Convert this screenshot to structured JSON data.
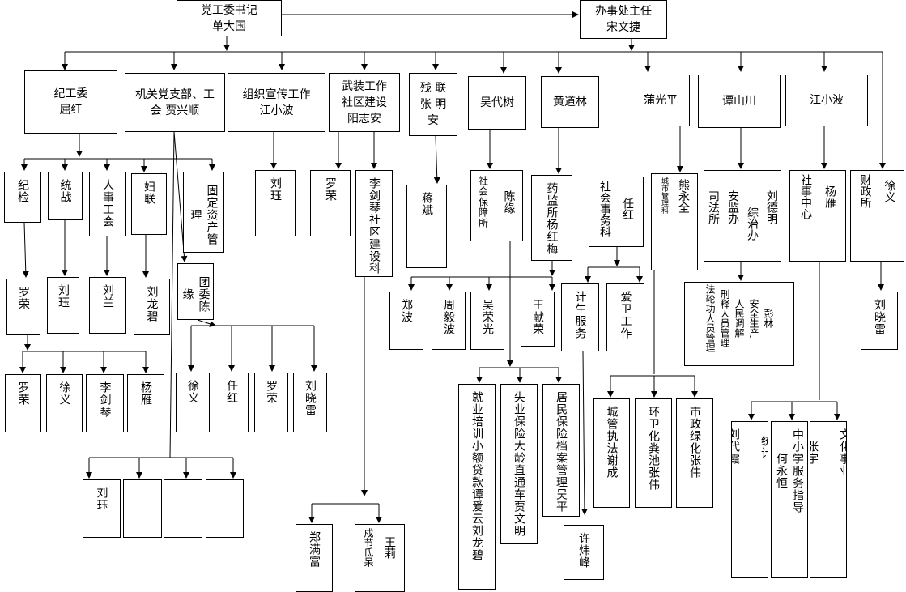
{
  "top": {
    "party_secretary": "党工委书记\n单大国",
    "office_director": "办事处主任\n宋文捷"
  },
  "l2": {
    "jigongwei": "纪工委\n屈红",
    "jiguan": "机关党支部、工\n会  贾兴顺",
    "zuzhi": "组织宣传工作\n江小波",
    "wuzhuang": "武装工作\n社区建设\n阳志安",
    "canlian": "残  联\n张  明\n安",
    "wudaishu": "吴代树",
    "huangdaolin": "黄道林",
    "puguangping": "蒲光平",
    "tanshanchuan": "谭山川",
    "jiangxiaobo2": "江小波"
  },
  "l3": {
    "jijian": "纪检",
    "tongzhan": "统战",
    "renshi": "人事工会",
    "fulian": "妇联",
    "guding": "固定资产管理",
    "liujue1": "刘珏",
    "luorong1": "罗荣",
    "lijianqin": "李剑琴社区建设科",
    "jiangbin": "蒋斌",
    "chenyuan_a": "陈缘",
    "chenyuan_b": "社会保障所",
    "yaojian": "药监所杨红梅",
    "renhong_a": "任红",
    "renhong_b": "社会事务科",
    "xiongyongquan_a": "熊永全",
    "xiongyongquan_b": "城市管理科",
    "sifa": "司法所",
    "anjian": "安监办",
    "zongzhi": "综治办",
    "liudeming": "刘德明",
    "shezhu": "社事中心",
    "yangyan2": "杨雁",
    "caizheng": "财政所",
    "xuyi2": "徐义"
  },
  "l4": {
    "luorong_a": "罗荣",
    "liujue_a": "刘珏",
    "liulan": "刘兰",
    "liulongbi": "刘龙碧",
    "tuanwei": "团委陈缘",
    "zhengbo": "郑波",
    "zhouyibo": "周毅波",
    "wurongguang": "吴荣光",
    "wangxianrong": "王献荣",
    "jisheng": "计生服务",
    "aiwei": "爱卫工作",
    "fashi_a": "法轮功人员管理",
    "fashi_b": "刑释人员管理",
    "fashi_c": "人民调解",
    "fashi_d": "安全生产",
    "fashi_e": "彭林",
    "liuxiaolei_a": "刘晓雷"
  },
  "l5": {
    "luorong_b": "罗荣",
    "xuyi_b": "徐义",
    "lijianqin_b": "李剑琴",
    "yangyan_b": "杨雁",
    "xuyi_c": "徐义",
    "renhong_c": "任红",
    "luorong_c": "罗荣",
    "liuxiaolei_b": "刘晓雷",
    "jiuye": "就业培训小额贷款谭爱云刘龙碧",
    "shiye": "失业保险大龄直通车贾文明",
    "jumin": "居民保险档案管理吴平",
    "chengguan": "城管执法谢成",
    "huanwei": "环卫化粪池张伟",
    "shizheng": "市政绿化张伟",
    "tongji": "统计\n\n刘代霞",
    "zhongxiao": "中小学服务指导\n何永恒",
    "wenhua": "文化事业\n\n张宇"
  },
  "l6": {
    "liujue_c": "刘珏",
    "zhengman": "郑满富",
    "wangli_a": "王莉",
    "wangli_b": "戍节氐呆",
    "xuweifeng": "许炜峰"
  }
}
